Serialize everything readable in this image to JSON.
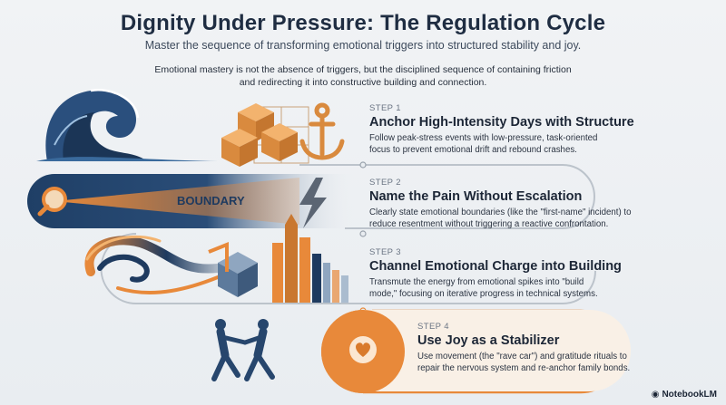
{
  "header": {
    "title": "Dignity Under Pressure: The Regulation Cycle",
    "subtitle": "Master the sequence of transforming emotional triggers into structured stability and joy.",
    "intro": "Emotional mastery is not the absence of triggers, but the disciplined sequence of containing friction and redirecting it into constructive building and connection."
  },
  "steps": [
    {
      "label": "STEP 1",
      "title": "Anchor High-Intensity Days with Structure",
      "description": "Follow peak-stress events with low-pressure, task-oriented focus to prevent emotional drift and rebound crashes.",
      "icons": [
        "wave-icon",
        "blocks-icon",
        "anchor-icon"
      ]
    },
    {
      "label": "STEP 2",
      "title": "Name the Pain Without Escalation",
      "description": "Clearly state emotional boundaries (like the \"first-name\" incident) to reduce resentment without triggering a reactive confrontation.",
      "banner": "BOUNDARY",
      "icons": [
        "magnifier-icon",
        "lightning-icon"
      ]
    },
    {
      "label": "STEP 3",
      "title": "Channel Emotional Charge into Building",
      "description": "Transmute the energy from emotional spikes into \"build mode,\" focusing on iterative progress in technical systems.",
      "icons": [
        "swirl-icon",
        "cube-icon",
        "skyline-icon"
      ]
    },
    {
      "label": "STEP 4",
      "title": "Use Joy as a Stabilizer",
      "description": "Use movement (the \"rave car\") and gratitude rituals to repair the nervous system and re-anchor family bonds.",
      "icons": [
        "dancers-icon",
        "heart-icon"
      ]
    }
  ],
  "brand": {
    "name": "NotebookLM"
  },
  "colors": {
    "navy": "#1e3a5f",
    "orange": "#e8893a",
    "gray": "#b9c0c8"
  }
}
